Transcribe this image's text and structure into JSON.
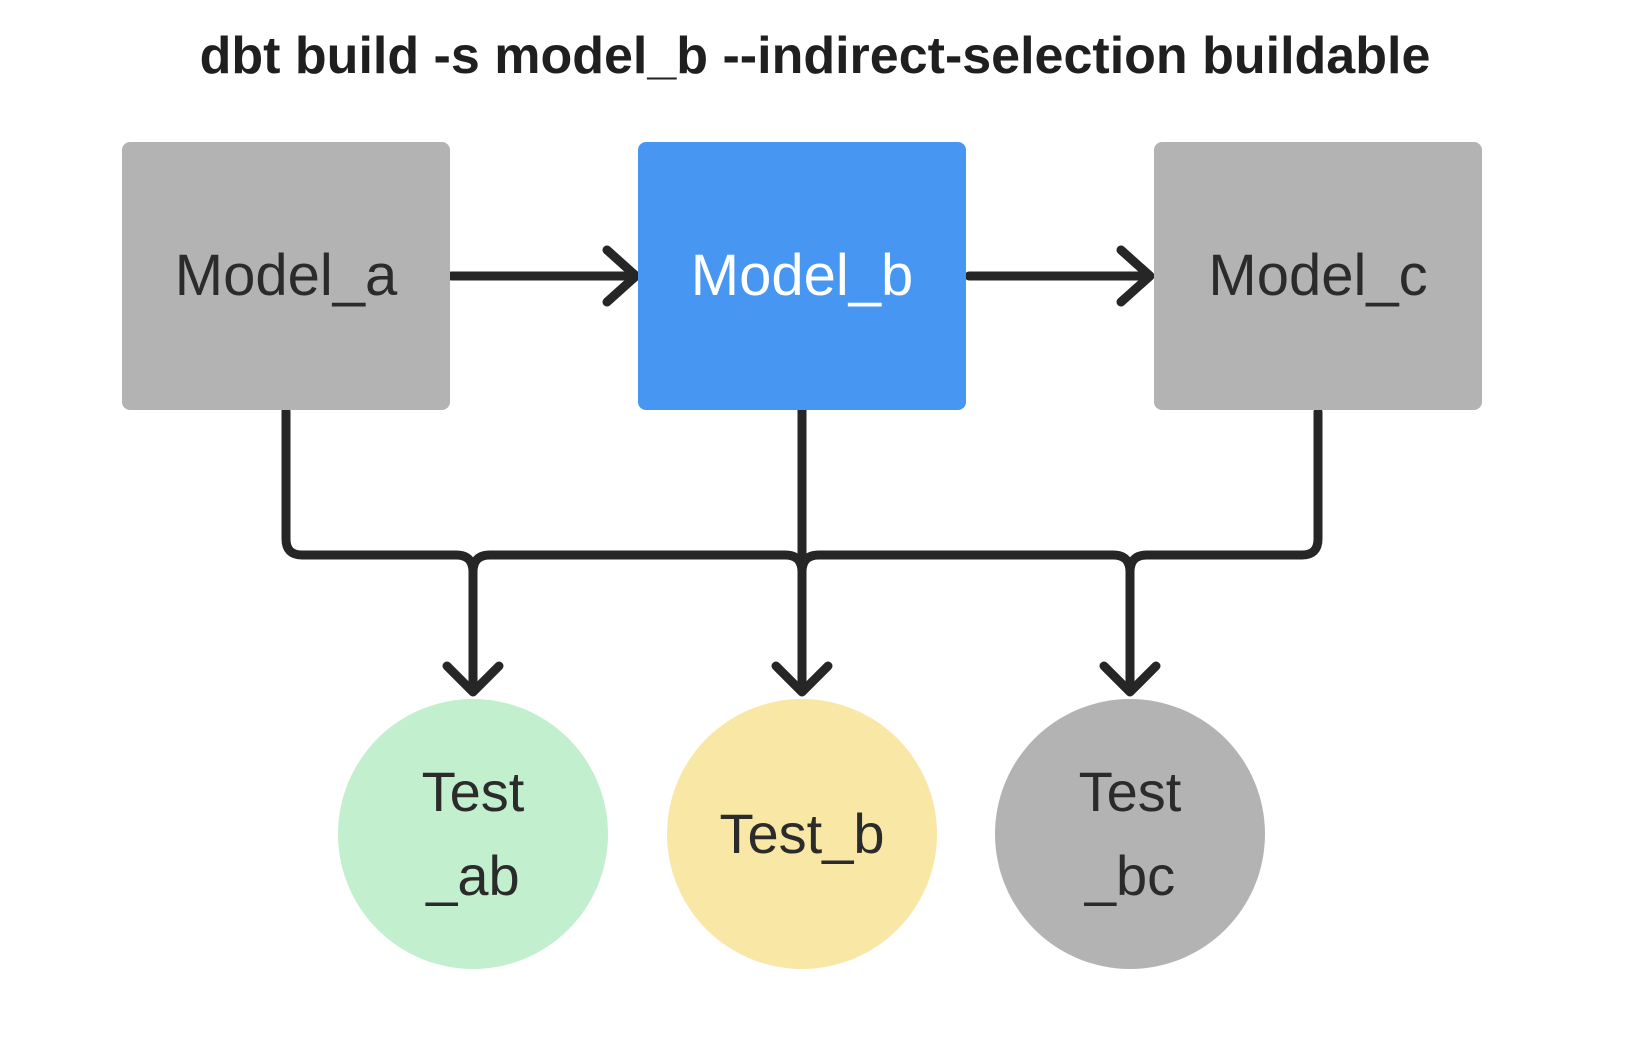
{
  "title": "dbt build -s model_b --indirect-selection buildable",
  "colors": {
    "line": "#262626",
    "title_text": "#1f1f1f",
    "node_text_dark": "#2b2b2b",
    "node_text_light": "#ffffff",
    "node_gray": "#b3b3b3",
    "node_blue": "#4796f2",
    "node_green": "#c2efcd",
    "node_yellow": "#f9e7a6",
    "background": "#ffffff"
  },
  "nodes": {
    "model_a": {
      "label": "Model_a",
      "type": "model",
      "fill": "#b3b3b3",
      "text": "#2b2b2b"
    },
    "model_b": {
      "label": "Model_b",
      "type": "model",
      "fill": "#4796f2",
      "text": "#ffffff"
    },
    "model_c": {
      "label": "Model_c",
      "type": "model",
      "fill": "#b3b3b3",
      "text": "#2b2b2b"
    },
    "test_ab": {
      "label": "Test\n_ab",
      "type": "test",
      "fill": "#c2efcd",
      "text": "#2b2b2b"
    },
    "test_b": {
      "label": "Test_b",
      "type": "test",
      "fill": "#f9e7a6",
      "text": "#2b2b2b"
    },
    "test_bc": {
      "label": "Test\n_bc",
      "type": "test",
      "fill": "#b3b3b3",
      "text": "#2b2b2b"
    }
  },
  "edges": [
    {
      "from": "Model_a",
      "to": "Model_b"
    },
    {
      "from": "Model_b",
      "to": "Model_c"
    },
    {
      "from": "Model_a",
      "to": "Test_ab"
    },
    {
      "from": "Model_b",
      "to": "Test_ab"
    },
    {
      "from": "Model_b",
      "to": "Test_b"
    },
    {
      "from": "Model_b",
      "to": "Test_bc"
    },
    {
      "from": "Model_c",
      "to": "Test_bc"
    }
  ]
}
